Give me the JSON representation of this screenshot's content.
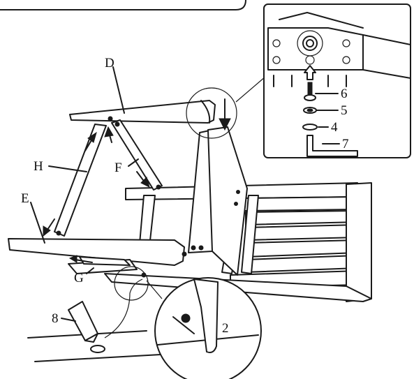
{
  "labels": {
    "D": "D",
    "E": "E",
    "F": "F",
    "G": "G",
    "H": "H",
    "p2": "2",
    "p4": "4",
    "p5": "5",
    "p6": "6",
    "p7": "7",
    "p8": "8"
  },
  "colors": {
    "ink": "#1a1a1a",
    "paper": "#ffffff"
  }
}
